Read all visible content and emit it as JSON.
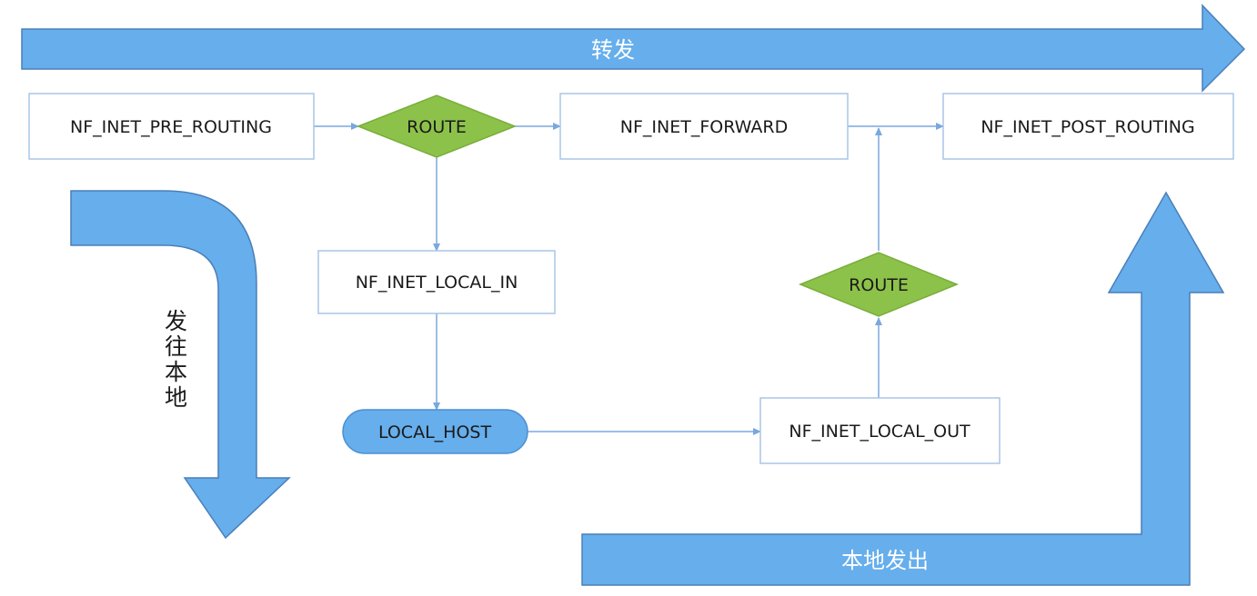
{
  "flow_arrows": {
    "forward": "转发",
    "to_local": "发往本地",
    "from_local": "本地发出"
  },
  "nodes": {
    "pre_routing": "NF_INET_PRE_ROUTING",
    "route_top": "ROUTE",
    "forward": "NF_INET_FORWARD",
    "post_routing": "NF_INET_POST_ROUTING",
    "local_in": "NF_INET_LOCAL_IN",
    "route_right": "ROUTE",
    "local_host": "LOCAL_HOST",
    "local_out": "NF_INET_LOCAL_OUT"
  },
  "colors": {
    "flow_arrow": "#66aeec",
    "route_diamond": "#8dc24a",
    "local_host_pill": "#66aeec",
    "connector": "#7aa8dd"
  }
}
